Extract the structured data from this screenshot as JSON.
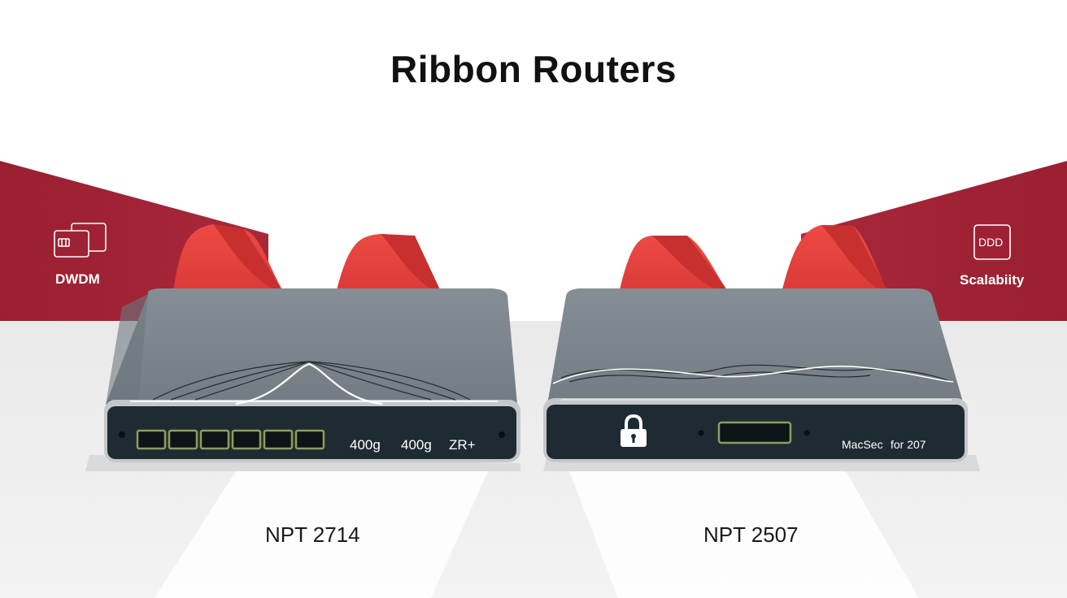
{
  "title": "Ribbon Routers",
  "left_feature": {
    "label": "DWDM",
    "icon": "dual-card-icon"
  },
  "right_feature": {
    "label": "Scalabiity",
    "icon": "box-icon",
    "icon_text": "DDD"
  },
  "routers": [
    {
      "model": "NPT 2714",
      "port_count": 6,
      "port_labels": [
        "400g",
        "400g",
        "ZR+"
      ]
    },
    {
      "model": "NPT 2507",
      "icon": "padlock-icon",
      "label_a": "MacSec",
      "label_b": "for 207"
    }
  ],
  "colors": {
    "brand_red": "#9b2233",
    "ribbon_red": "#e8453f",
    "router_body": "#7c858c",
    "router_face": "#1e2b33",
    "port_green": "#8b9f5a"
  }
}
